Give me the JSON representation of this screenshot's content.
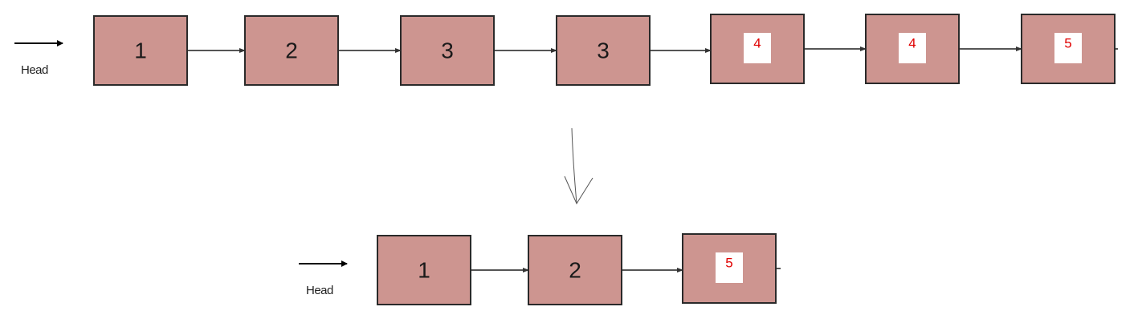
{
  "colors": {
    "node_fill": "#cd9590",
    "node_border": "#2a2a2a",
    "link": "#555555",
    "edited_text": "#e00000"
  },
  "head_label": "Head",
  "before_list": {
    "nodes": [
      {
        "value": "1",
        "style": "plain"
      },
      {
        "value": "2",
        "style": "plain"
      },
      {
        "value": "3",
        "style": "plain"
      },
      {
        "value": "3",
        "style": "plain"
      },
      {
        "value": "4",
        "style": "edited"
      },
      {
        "value": "4",
        "style": "edited"
      },
      {
        "value": "5",
        "style": "edited"
      }
    ]
  },
  "after_list": {
    "nodes": [
      {
        "value": "1",
        "style": "plain"
      },
      {
        "value": "2",
        "style": "plain"
      },
      {
        "value": "5",
        "style": "edited"
      }
    ]
  },
  "transform_arrow_icon": "hand-drawn-down-arrow-icon"
}
